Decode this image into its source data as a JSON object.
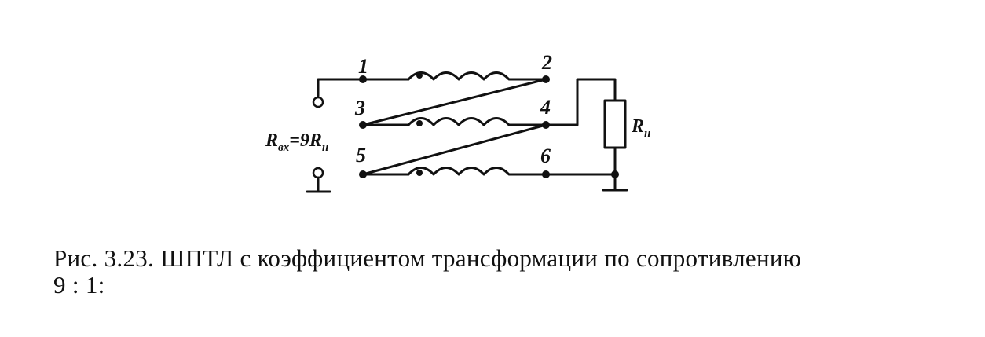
{
  "diagram": {
    "pins": [
      "1",
      "2",
      "3",
      "4",
      "5",
      "6"
    ],
    "input_label": {
      "main": "R",
      "sub": "вх",
      "rest": "=9R",
      "rest_sub": "н"
    },
    "load_label": {
      "main": "R",
      "sub": "н"
    }
  },
  "caption": {
    "line1": "Рис. 3.23. ШПТЛ с коэффициентом трансформации по сопротивлению",
    "line2": "9 : 1:"
  }
}
